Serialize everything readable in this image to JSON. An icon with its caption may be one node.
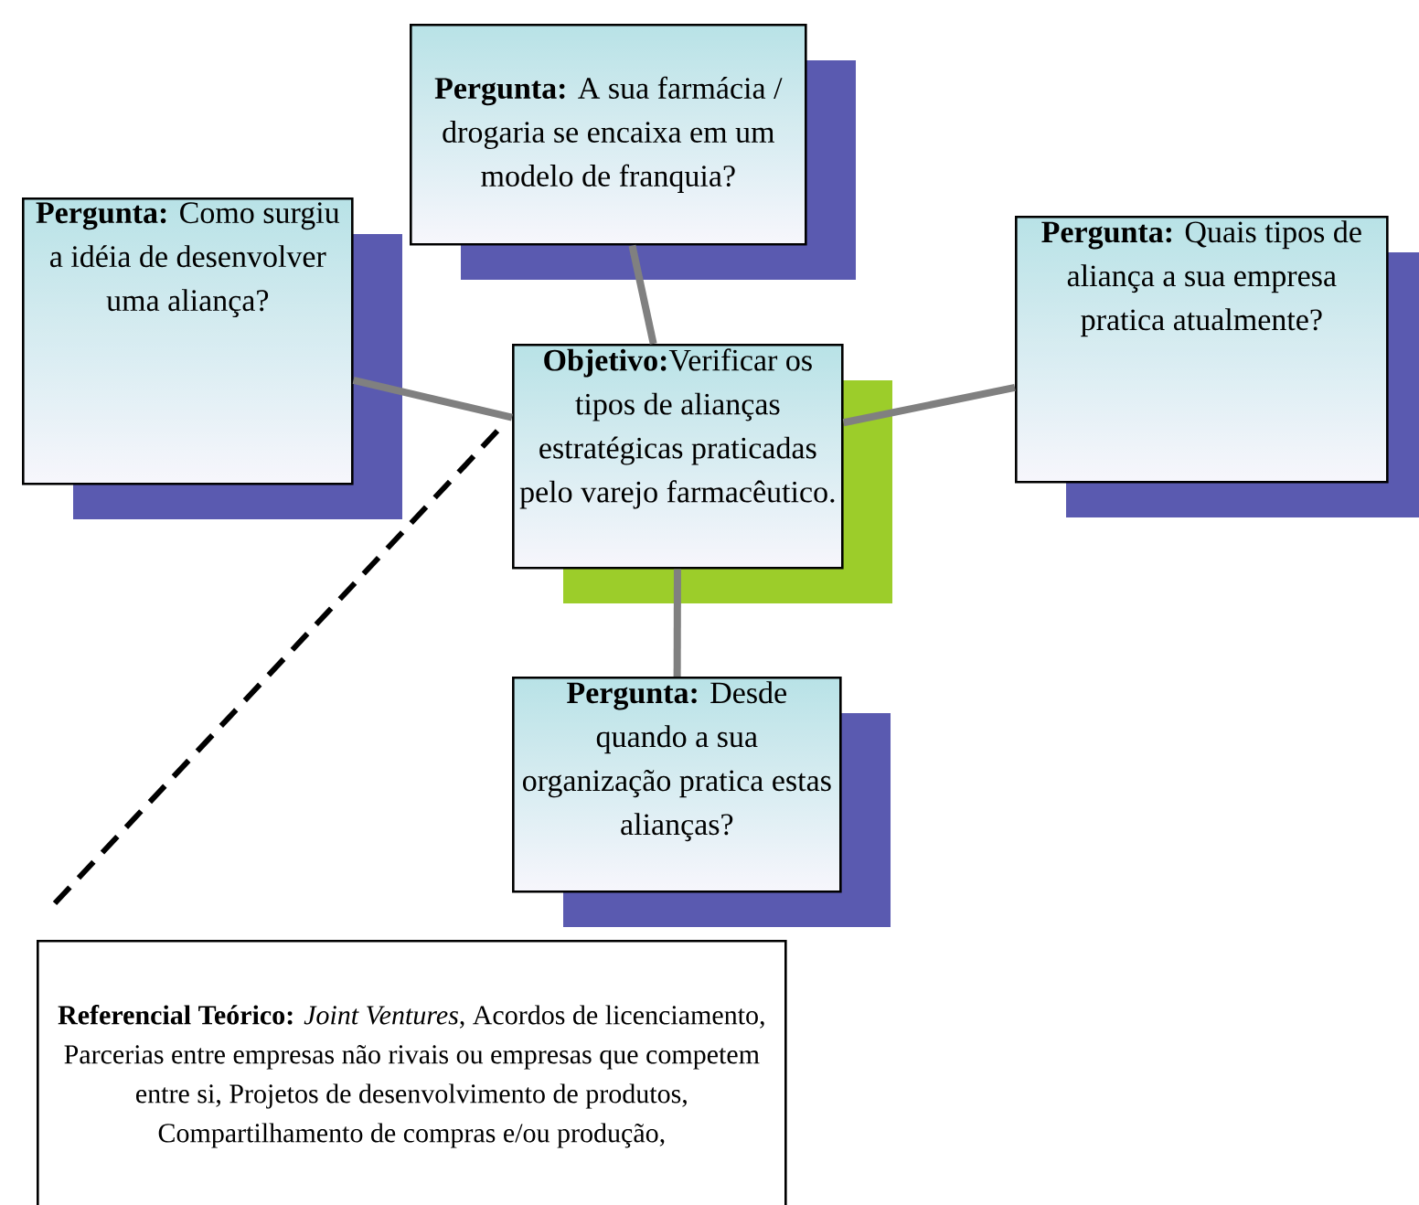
{
  "diagram": {
    "nodes": [
      {
        "text": [
          "**Objetivo:**Verificar os tipos de alianças estratégicas praticadas pelo varejo farmacêutico."
        ]
      },
      {
        "text": [
          "**Pergunta:** A sua farmácia / drogaria se encaixa em um modelo de franquia?"
        ]
      },
      {
        "text": [
          "**Pergunta:** Como surgiu a idéia de desenvolver uma aliança?"
        ]
      },
      {
        "text": [
          "**Pergunta:** Quais tipos de aliança a sua empresa pratica atualmente?"
        ]
      },
      {
        "text": [
          "**Pergunta:** Desde quando a sua organização pratica estas alianças?"
        ]
      },
      {
        "text": [
          "**Referencial Teórico:** *Joint Ventures*, Acordos de licenciamento, Parcerias entre empresas não rivais ou empresas que competem entre si, Projetos de desenvolvimento de produtos, Compartilhamento de compras e/ou produção,"
        ]
      }
    ],
    "edges": [
      {
        "from": 0,
        "to": 1,
        "arrow": "none"
      },
      {
        "from": 0,
        "to": 2,
        "arrow": "none"
      },
      {
        "from": 0,
        "to": 3,
        "arrow": "none"
      },
      {
        "from": 0,
        "to": 4,
        "arrow": "none"
      },
      {
        "from": 0,
        "to": 5,
        "arrow": "none",
        "style": "dashed",
        "color": "#000000"
      }
    ]
  }
}
